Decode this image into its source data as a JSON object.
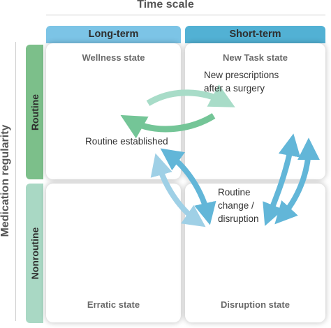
{
  "top_axis": {
    "title": "Time scale"
  },
  "columns": [
    {
      "label": "Long-term",
      "color": "#7cc4e6"
    },
    {
      "label": "Short-term",
      "color": "#52b1d4"
    }
  ],
  "left_axis": {
    "title": "Medication regularity"
  },
  "rows": [
    {
      "label": "Routine",
      "color": "#7cbf8a"
    },
    {
      "label": "Nonroutine",
      "color": "#a9d8c4"
    }
  ],
  "states": {
    "top_left": "Wellness state",
    "top_right": "New Task state",
    "bottom_left": "Erratic state",
    "bottom_right": "Disruption state"
  },
  "notes": {
    "new_prescriptions": [
      "New prescriptions",
      "after a surgery"
    ],
    "routine_established": "Routine established",
    "routine_change": [
      "Routine",
      "change /",
      "disruption"
    ]
  },
  "arrow_colors": {
    "new_to_wellness": "#74c597",
    "wellness_to_new": "#a8dcc8",
    "disruption_blue": "#62b6d8",
    "disruption_light": "#9fd0e6"
  }
}
